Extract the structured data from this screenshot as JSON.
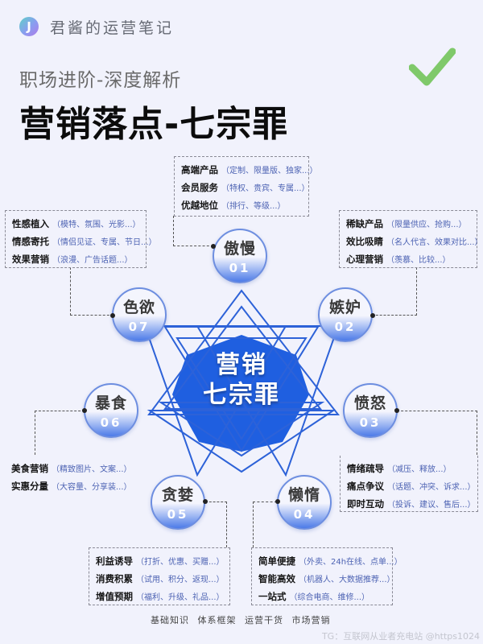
{
  "header": {
    "brand_logo_letter": "J",
    "brand_name": "君酱的运营笔记",
    "subtitle": "职场进阶-深度解析",
    "title": "营销落点-七宗罪",
    "check_icon_color": "#7fc96a"
  },
  "center": {
    "line1": "营销",
    "line2": "七宗罪",
    "fill_color": "#1f5fe0",
    "star_stroke_color": "#2d62d8"
  },
  "sins": [
    {
      "name": "傲慢",
      "num": "01",
      "items": [
        {
          "key": "高端产品",
          "val": "（定制、限量版、独家...）"
        },
        {
          "key": "会员服务",
          "val": "（特权、贵宾、专属...）"
        },
        {
          "key": "优越地位",
          "val": "（排行、等级...）"
        }
      ]
    },
    {
      "name": "嫉妒",
      "num": "02",
      "items": [
        {
          "key": "稀缺产品",
          "val": "（限量供应、抢购...）"
        },
        {
          "key": "效比吸睛",
          "val": "（名人代言、效果对比...）"
        },
        {
          "key": "心理营销",
          "val": "（羡慕、比较...）"
        }
      ]
    },
    {
      "name": "愤怒",
      "num": "03",
      "items": [
        {
          "key": "情绪疏导",
          "val": "（减压、释放...）"
        },
        {
          "key": "痛点争议",
          "val": "（话题、冲突、诉求...）"
        },
        {
          "key": "即时互动",
          "val": "（投诉、建议、售后...）"
        }
      ]
    },
    {
      "name": "懒惰",
      "num": "04",
      "items": [
        {
          "key": "简单便捷",
          "val": "（外卖、24h在线、点单...）"
        },
        {
          "key": "智能高效",
          "val": "（机器人、大数据推荐...）"
        },
        {
          "key": "一站式",
          "val": "（综合电商、维修...）"
        }
      ]
    },
    {
      "name": "贪婪",
      "num": "05",
      "items": [
        {
          "key": "利益诱导",
          "val": "（打折、优惠、买赠...）"
        },
        {
          "key": "消费积累",
          "val": "（试用、积分、返现...）"
        },
        {
          "key": "增值预期",
          "val": "（福利、升级、礼品...）"
        }
      ]
    },
    {
      "name": "暴食",
      "num": "06",
      "items": [
        {
          "key": "美食营销",
          "val": "（精致图片、文案...）"
        },
        {
          "key": "实惠分量",
          "val": "（大容量、分享装...）"
        }
      ]
    },
    {
      "name": "色欲",
      "num": "07",
      "items": [
        {
          "key": "性感植入",
          "val": "（模特、氛围、光影...）"
        },
        {
          "key": "情感寄托",
          "val": "（情侣见证、专属、节日...）"
        },
        {
          "key": "效果营销",
          "val": "（浪漫、广告话题...）"
        }
      ]
    }
  ],
  "footer": {
    "tags": [
      "基础知识",
      "体系框架",
      "运营干货",
      "市场营销"
    ],
    "watermark": "TG：互联网从业者充电站 @https1024"
  }
}
